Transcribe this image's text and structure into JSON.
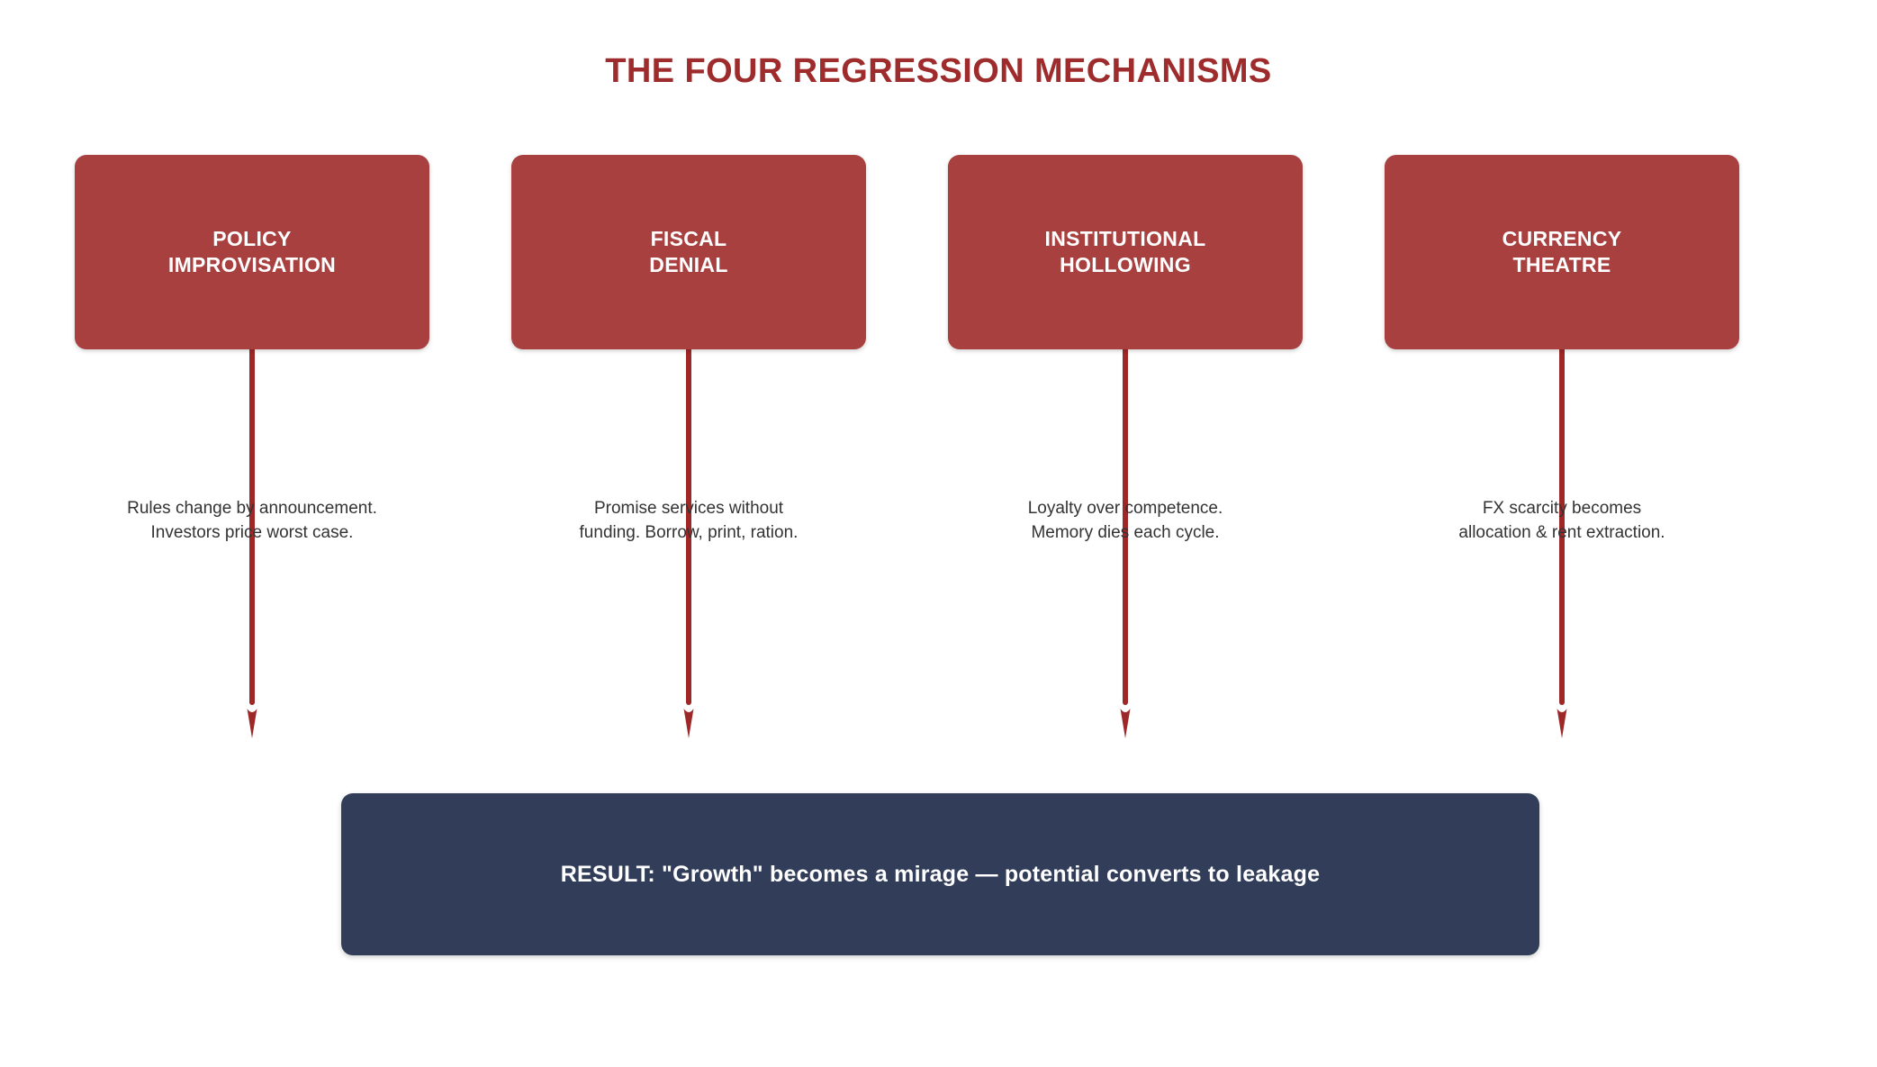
{
  "diagram": {
    "title": "THE FOUR REGRESSION MECHANISMS",
    "background_color": "#ffffff",
    "title_color": "#9e2c2c",
    "box_color": "#a8403f",
    "arrow_color": "#9e2828",
    "banner_color": "#323d59",
    "text_color": "#333333"
  },
  "mechanisms": [
    {
      "label": "POLICY\nIMPROVISATION",
      "description": "Rules change by announcement.\nInvestors price worst case.",
      "arrow_icon": "down-arrow-icon"
    },
    {
      "label": "FISCAL\nDENIAL",
      "description": "Promise services without\nfunding. Borrow, print, ration.",
      "arrow_icon": "down-arrow-icon"
    },
    {
      "label": "INSTITUTIONAL\nHOLLOWING",
      "description": "Loyalty over competence.\nMemory dies each cycle.",
      "arrow_icon": "down-arrow-icon"
    },
    {
      "label": "CURRENCY\nTHEATRE",
      "description": "FX scarcity becomes\nallocation & rent extraction.",
      "arrow_icon": "down-arrow-icon"
    }
  ],
  "result": {
    "text": "RESULT: \"Growth\" becomes a mirage — potential converts to leakage"
  }
}
